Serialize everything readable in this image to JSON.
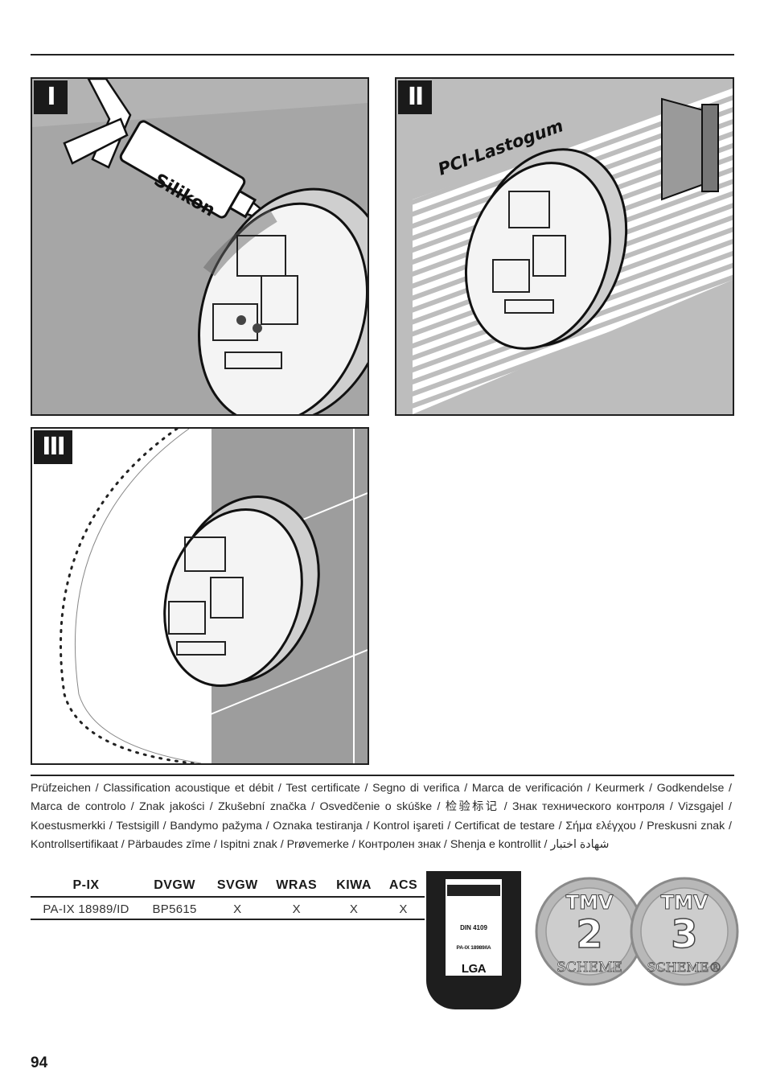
{
  "steps": [
    {
      "label": "I",
      "product_label": "Silikon"
    },
    {
      "label": "II",
      "product_label": "PCI-Lastogum"
    },
    {
      "label": "III"
    }
  ],
  "caption": "Prüfzeichen / Classification acoustique et débit / Test certificate / Segno di verifica / Marca de verificación / Keurmerk / Godkendelse / Marca de controlo / Znak jakości / Zkušební značka / Osvedčenie o skúške / 检验标记 / Знак технического контроля / Vizsgajel / Koestusmerkki / Testsigill / Bandymo pažyma / Oznaka testiranja / Kontrol işareti / Certificat de testare / Σήμα ελέγχου / Preskusni znak / Kontrollsertifikaat / Pärbaudes zīme / Ispitni znak / Prøvemerke / Контролен знак / Shenja e kontrollit / شهادة اختبار",
  "certificates": {
    "headers": [
      "P-IX",
      "DVGW",
      "SVGW",
      "WRAS",
      "KIWA",
      "ACS"
    ],
    "row": [
      "PA-IX 18989/ID",
      "BP5615",
      "X",
      "X",
      "X",
      "X"
    ]
  },
  "lga_mark": {
    "din": "DIN 4109",
    "pa": "PA-IX 18989/IA",
    "name": "LGA"
  },
  "tmv_badges": [
    {
      "top": "TMV",
      "number": "2",
      "bottom": "SCHEME"
    },
    {
      "top": "TMV",
      "number": "3",
      "bottom": "SCHEME®"
    }
  ],
  "page_number": "94"
}
